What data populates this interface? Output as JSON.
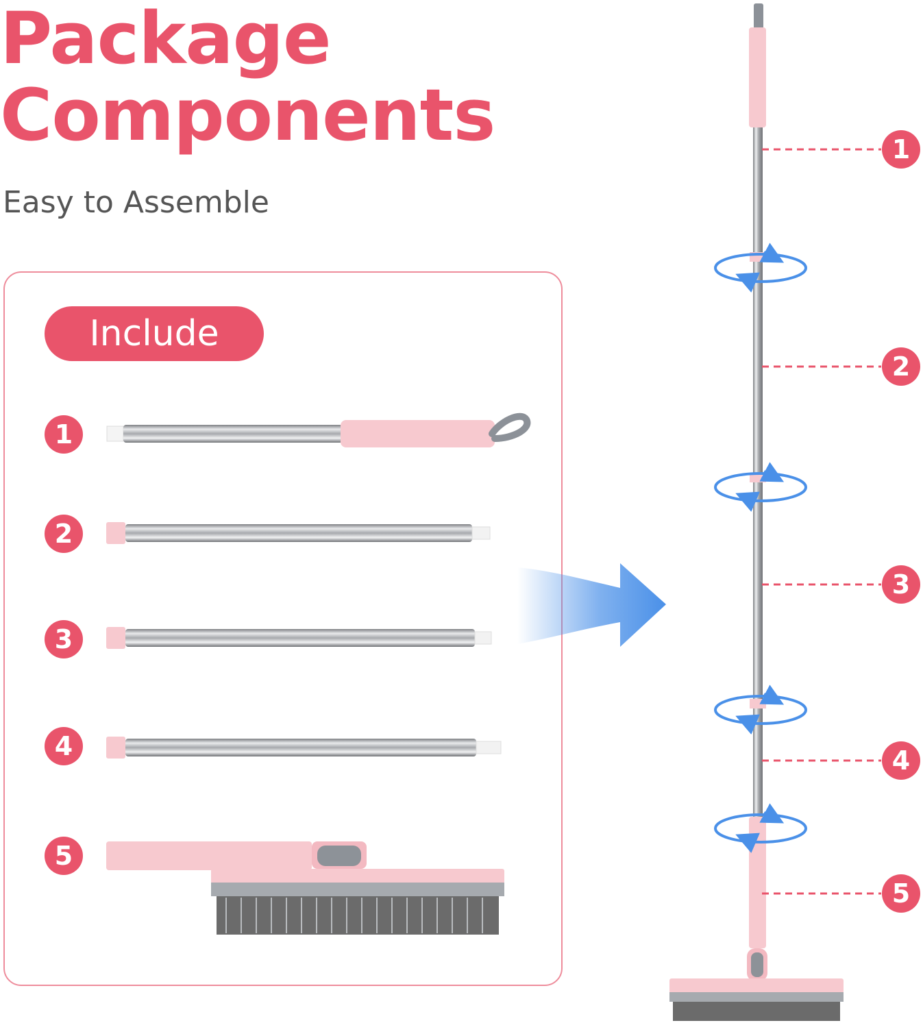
{
  "header": {
    "title_line1": "Package",
    "title_line2": "Components",
    "subtitle": "Easy to Assemble"
  },
  "panel": {
    "include_label": "Include",
    "items": [
      {
        "number": "1"
      },
      {
        "number": "2"
      },
      {
        "number": "3"
      },
      {
        "number": "4"
      },
      {
        "number": "5"
      }
    ]
  },
  "assembled": {
    "callouts": [
      "1",
      "2",
      "3",
      "4",
      "5"
    ]
  },
  "colors": {
    "accent": "#e9546b",
    "handle_pink": "#f7c9cf",
    "arrow_blue": "#4a90e8",
    "bristle_gray": "#6b6b6b"
  }
}
